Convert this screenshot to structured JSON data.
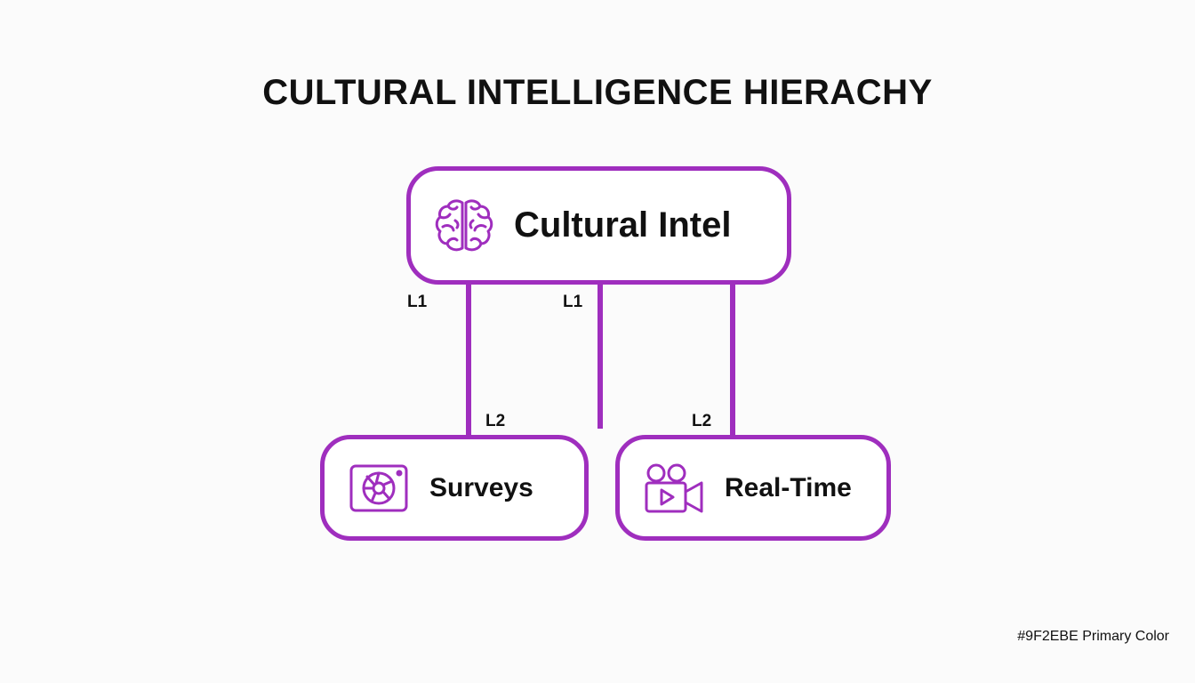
{
  "diagram": {
    "title": "CULTURAL INTELLIGENCE HIERACHY",
    "accent_color": "#9F2EBE",
    "root": {
      "label": "Cultural Intel",
      "icon": "brain-icon"
    },
    "children": [
      {
        "label": "Surveys",
        "icon": "camera-aperture-icon"
      },
      {
        "label": "Real-Time",
        "icon": "video-camera-icon"
      }
    ],
    "connectors": [
      {
        "from": "Cultural Intel",
        "to": "Surveys",
        "start_label": "L1",
        "end_label": "L2"
      },
      {
        "from": "Cultural Intel",
        "to": null,
        "start_label": "L1",
        "end_label": ""
      },
      {
        "from": "Cultural Intel",
        "to": "Real-Time",
        "start_label": "",
        "end_label": "L2"
      }
    ],
    "footer_note": "#9F2EBE Primary Color"
  }
}
